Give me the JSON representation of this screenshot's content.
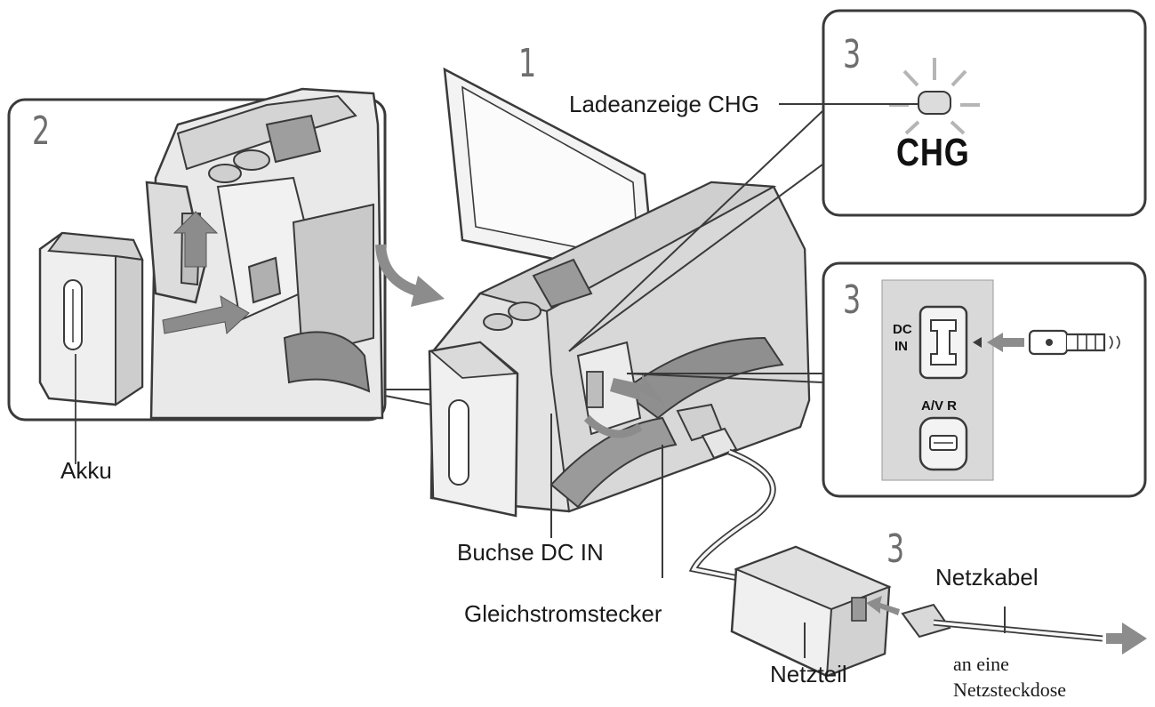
{
  "steps": {
    "open_monitor": "1",
    "battery": "2",
    "charge_lamp": "3",
    "jack": "3",
    "adapter": "3"
  },
  "labels": {
    "charge_lamp": "Ladeanzeige CHG",
    "chg": "CHG",
    "battery": "Akku",
    "dc_in_jack": "Buchse DC IN",
    "dc_plug": "Gleichstromstecker",
    "ac_adapter": "Netzteil",
    "power_cord": "Netzkabel",
    "to_outlet_line1": "an eine",
    "to_outlet_line2": "Netzsteckdose",
    "panel_dc": "DC",
    "panel_in": "IN",
    "panel_avr": "A/V R"
  },
  "colors": {
    "line": "#3a3a3a",
    "fill_light": "#e6e6e6",
    "fill_mid": "#cfcfcf",
    "fill_dark": "#a9a9a9",
    "panel_bg": "#d9d9d9",
    "arrow": "#8c8c8c"
  }
}
